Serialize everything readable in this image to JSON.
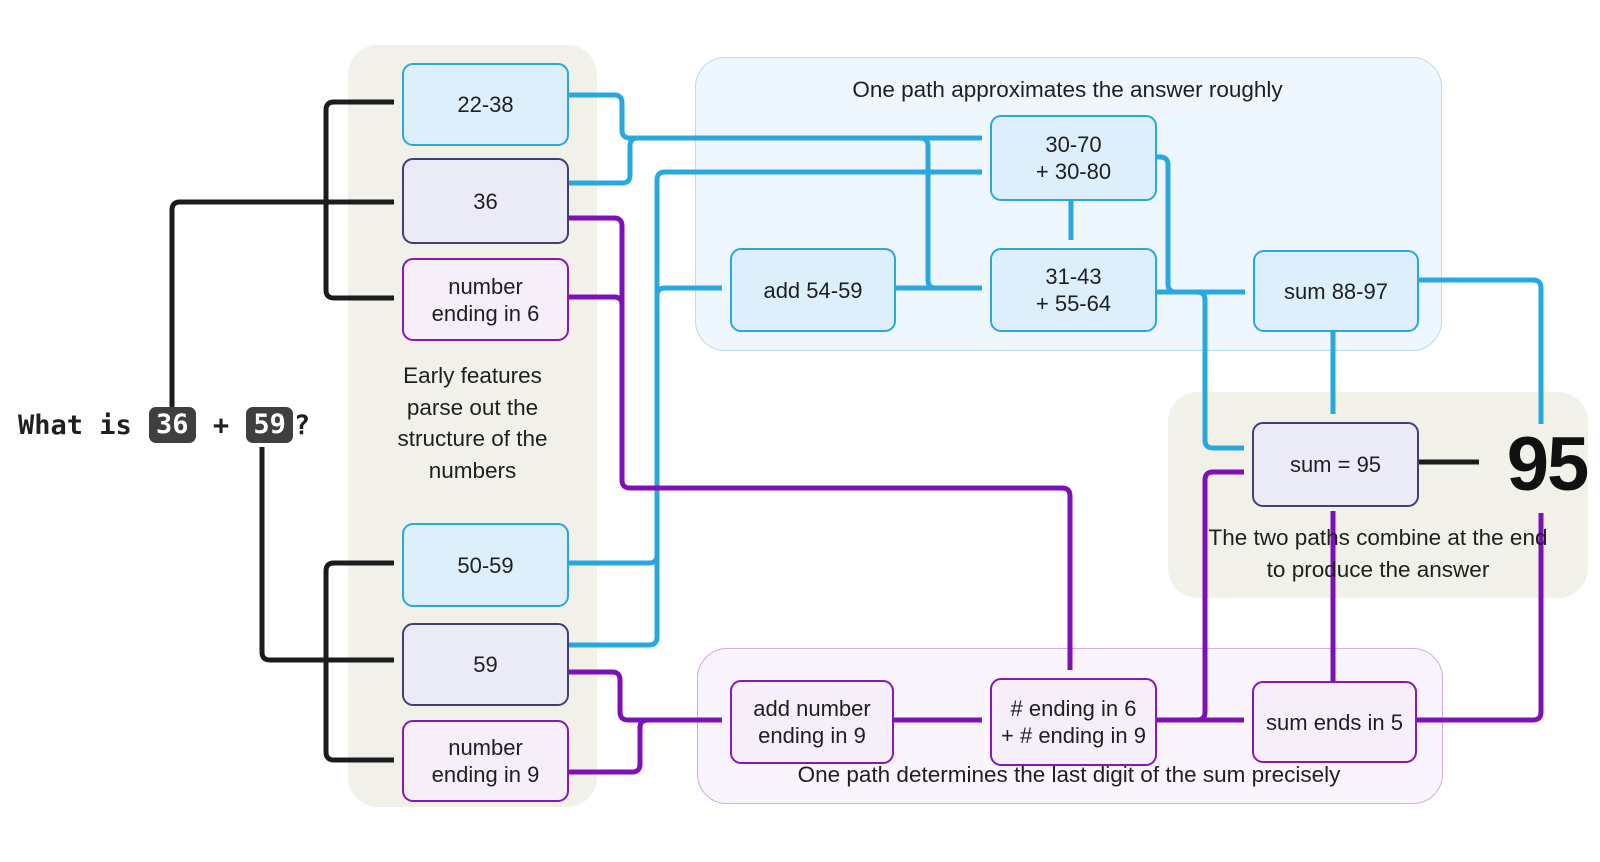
{
  "question": {
    "prefix": "What is ",
    "operand1": "36",
    "operator": " + ",
    "operand2": "59",
    "suffix": "?"
  },
  "early_group": {
    "caption": "Early features\nparse out the\nstructure of the\nnumbers"
  },
  "approx_group": {
    "title": "One path approximates the answer roughly"
  },
  "precise_group": {
    "caption": "One path determines the last digit of the sum precisely"
  },
  "combine_group": {
    "caption": "The two paths combine at the end\nto produce the answer"
  },
  "nodes": {
    "range_22_38": "22-38",
    "value_36": "36",
    "ending_in_6": "number\nending in 6",
    "range_50_59": "50-59",
    "value_59": "59",
    "ending_in_9": "number\nending in 9",
    "approx_operands": "30-70\n+ 30-80",
    "add_54_59": "add 54-59",
    "approx_refined": "31-43\n+ 55-64",
    "sum_88_97": "sum 88-97",
    "add_number_ending_9": "add number\nending in 9",
    "lastdigit_operands": "# ending in 6\n+ # ending in 9",
    "sum_ends_in_5": "sum ends in 5",
    "sum_95": "sum = 95",
    "answer": "95"
  },
  "colors": {
    "wire-blue": "#29a8e0",
    "wire-purple": "#7e10b8",
    "wire-black": "#1c1c1c",
    "box-blue-fill": "#ddeffa",
    "box-blue-border": "#29a8e0",
    "box-navy-fill": "#ebebf8",
    "box-navy-border": "#433f75",
    "box-purple-fill": "#f6eef9",
    "box-purple-border": "#8618b8",
    "cont-beige": "#f1f0e9",
    "cont-blue-fill": "#eef7fd",
    "cont-blue-border": "#b9dcf1",
    "cont-purple-fill": "#faf4fc",
    "cont-purple-border": "#d4abe4",
    "badge-bg": "#3f3f3f",
    "badge-text": "#ffffff",
    "text": "#1f1f1f"
  }
}
